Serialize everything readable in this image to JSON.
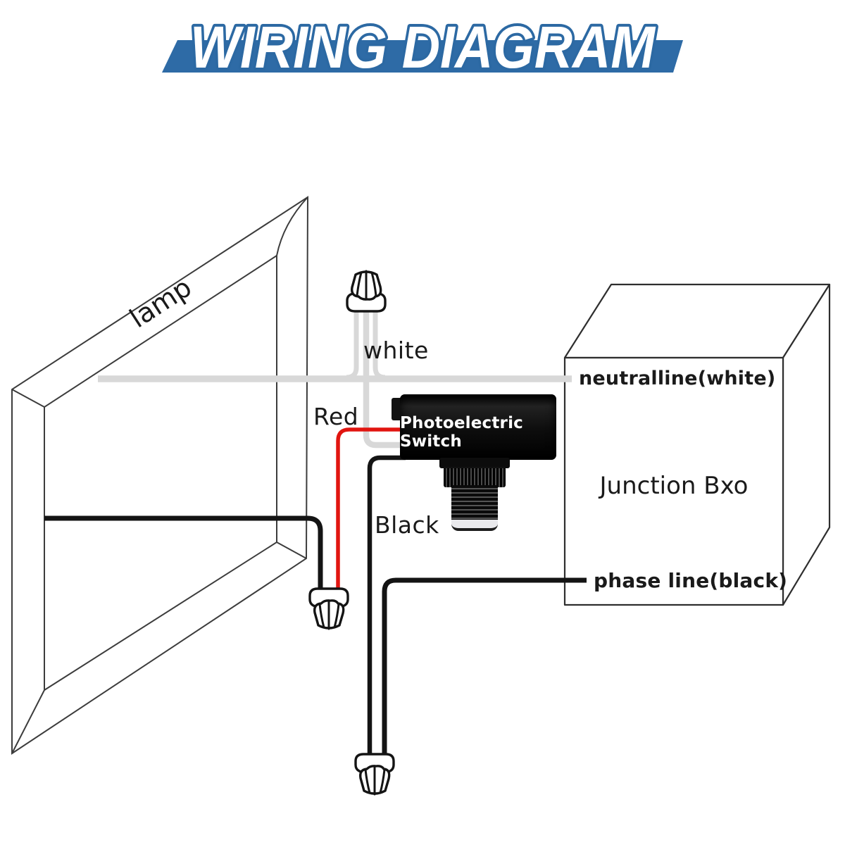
{
  "title": {
    "text": "WIRING DIAGRAM",
    "banner_color": "#2e6ba6",
    "outline_color": "#2c69a3",
    "text_fill": "#ffffff"
  },
  "lamp": {
    "label": "lamp"
  },
  "photoelectric_switch": {
    "label": "Photoelectric Switch"
  },
  "junction_box": {
    "label": "Junction Bxo",
    "neutral_line_label": "neutralline(white)",
    "phase_line_label": "phase line(black)"
  },
  "wire_labels": {
    "white": "white",
    "red": "Red",
    "black": "Black"
  },
  "wire_colors": {
    "red": "#e11510",
    "black": "#141414",
    "white": "#d8d8d8"
  }
}
